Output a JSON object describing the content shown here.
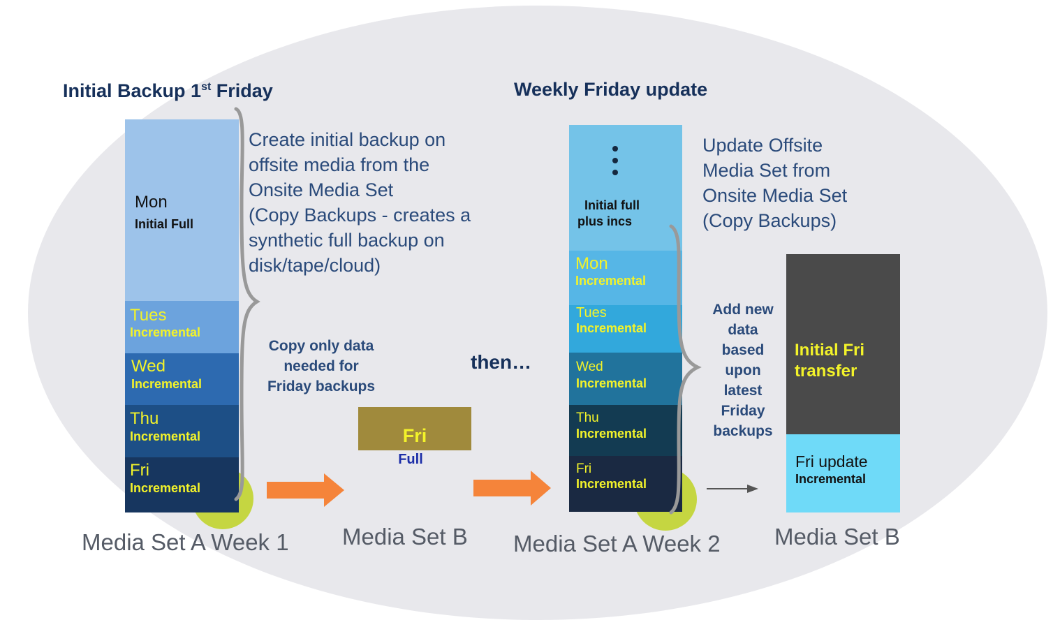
{
  "left": {
    "heading": {
      "main": "Initial Backup 1",
      "sup": "st",
      "rest": " Friday"
    },
    "description": [
      "Create initial backup on",
      "offsite media from the",
      "Onsite Media Set",
      "(Copy Backups - creates a",
      "synthetic full backup on",
      "disk/tape/cloud)"
    ],
    "stack": [
      {
        "day": "Mon",
        "type": "Initial Full",
        "color": "#9dc3ea"
      },
      {
        "day": "Tues",
        "type": "Incremental",
        "color": "#6ca3dd"
      },
      {
        "day": "Wed",
        "type": "Incremental",
        "color": "#2d6ab0"
      },
      {
        "day": "Thu",
        "type": "Incremental",
        "color": "#1d4f86"
      },
      {
        "day": "Fri",
        "type": "Incremental",
        "color": "#17365f"
      }
    ],
    "copy_note": [
      "Copy only data",
      "needed for",
      "Friday backups"
    ],
    "caption": "Media Set A Week 1"
  },
  "middle": {
    "block": {
      "day": "Fri",
      "type": "Full",
      "color": "#a08a3c"
    },
    "caption": "Media Set B",
    "then_label": "then…"
  },
  "right": {
    "heading": "Weekly Friday update",
    "description": [
      "Update Offsite",
      "Media Set from",
      "Onsite Media Set",
      "(Copy Backups)"
    ],
    "stack_top": {
      "type_line1": "Initial full",
      "type_line2": "plus incs",
      "color": "#74c3e8"
    },
    "stack": [
      {
        "day": "Mon",
        "type": "Incremental",
        "color": "#56b6e6"
      },
      {
        "day": "Tues",
        "type": "Incremental",
        "color": "#32a8dc"
      },
      {
        "day": "Wed",
        "type": "Incremental",
        "color": "#21739c"
      },
      {
        "day": "Thu",
        "type": "Incremental",
        "color": "#133b52"
      },
      {
        "day": "Fri",
        "type": "Incremental",
        "color": "#1a2942"
      }
    ],
    "add_note": [
      "Add new",
      "data",
      "based",
      "upon",
      "latest",
      "Friday",
      "backups"
    ],
    "caption": "Media Set A Week 2"
  },
  "media_b_final": {
    "top": {
      "line1": "Initial Fri",
      "line2": "transfer",
      "color": "#4a4a4a"
    },
    "bottom": {
      "day": "Fri update",
      "type": "Incremental",
      "color": "#6fdaf8"
    },
    "caption": "Media Set B"
  },
  "colors": {
    "arrow": "#f5843a",
    "circle": "#c5d641",
    "heading": "#16305a",
    "label_yellow": "#f3f32a"
  }
}
